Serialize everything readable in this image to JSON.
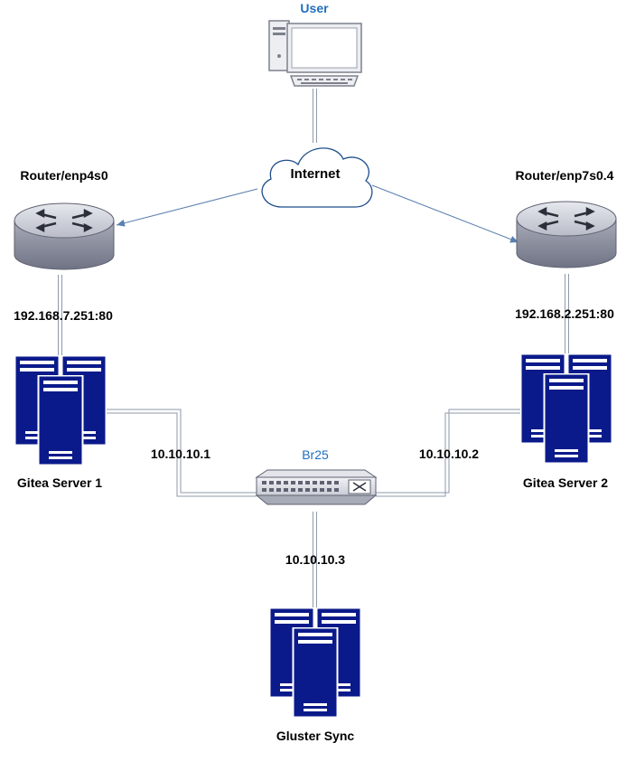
{
  "colors": {
    "server_fill": "#0b1a8a",
    "server_stroke": "#ffffff",
    "link_color": "#5a7fb0",
    "user_label": "#1f6fbd",
    "bridge_label": "#1f6fbd"
  },
  "nodes": {
    "user": {
      "label": "User",
      "icon": "desktop-computer-icon"
    },
    "internet": {
      "label": "Internet",
      "icon": "cloud-icon"
    },
    "router_left": {
      "label": "Router/enp4s0",
      "icon": "router-icon",
      "address": "192.168.7.251:80"
    },
    "router_right": {
      "label": "Router/enp7s0.4",
      "icon": "router-icon",
      "address": "192.168.2.251:80"
    },
    "server1": {
      "label": "Gitea Server 1",
      "icon": "server-rack-icon",
      "ip": "10.10.10.1"
    },
    "server2": {
      "label": "Gitea Server 2",
      "icon": "server-rack-icon",
      "ip": "10.10.10.2"
    },
    "bridge": {
      "label": "Br25",
      "icon": "network-switch-icon"
    },
    "gluster": {
      "label": "Gluster Sync",
      "icon": "server-rack-icon",
      "ip": "10.10.10.3"
    }
  }
}
